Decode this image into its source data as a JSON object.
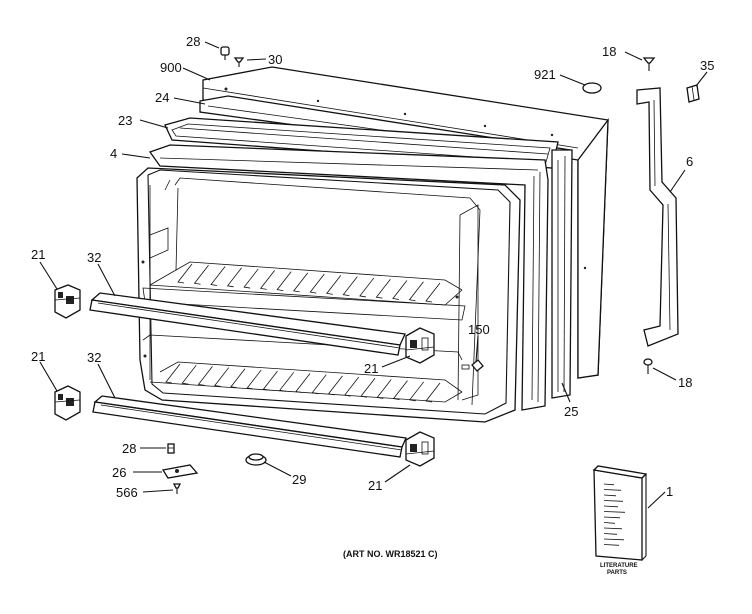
{
  "diagram": {
    "caption": "(ART NO. WR18521 C)",
    "booklet_label": [
      "LITERATURE",
      "PARTS"
    ],
    "callouts": [
      {
        "id": "c28a",
        "text": "28"
      },
      {
        "id": "c30",
        "text": "30"
      },
      {
        "id": "c900",
        "text": "900"
      },
      {
        "id": "c24",
        "text": "24"
      },
      {
        "id": "c23",
        "text": "23"
      },
      {
        "id": "c4",
        "text": "4"
      },
      {
        "id": "c921",
        "text": "921"
      },
      {
        "id": "c18a",
        "text": "18"
      },
      {
        "id": "c35",
        "text": "35"
      },
      {
        "id": "c6",
        "text": "6"
      },
      {
        "id": "c21a",
        "text": "21"
      },
      {
        "id": "c32a",
        "text": "32"
      },
      {
        "id": "c150",
        "text": "150"
      },
      {
        "id": "c21b",
        "text": "21"
      },
      {
        "id": "c18b",
        "text": "18"
      },
      {
        "id": "c21c",
        "text": "21"
      },
      {
        "id": "c32b",
        "text": "32"
      },
      {
        "id": "c25",
        "text": "25"
      },
      {
        "id": "c28b",
        "text": "28"
      },
      {
        "id": "c26",
        "text": "26"
      },
      {
        "id": "c29",
        "text": "29"
      },
      {
        "id": "c566",
        "text": "566"
      },
      {
        "id": "c21d",
        "text": "21"
      },
      {
        "id": "c1",
        "text": "1"
      }
    ]
  }
}
